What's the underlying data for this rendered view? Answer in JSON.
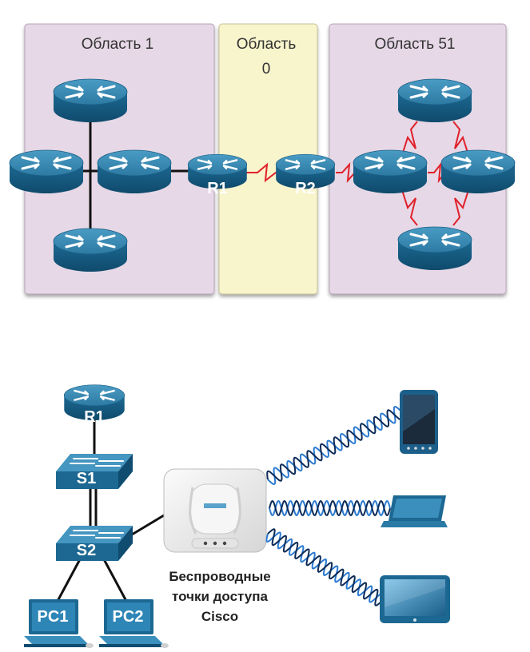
{
  "areas": [
    {
      "label": "Область 1",
      "color": "#e6d8e6"
    },
    {
      "label_line1": "Область",
      "label_line2": "0",
      "color": "#f8f4cc"
    },
    {
      "label": "Область 51",
      "color": "#e6d8e6"
    }
  ],
  "routers_top": {
    "r1_label": "R1",
    "r2_label": "R2"
  },
  "lower": {
    "router_label": "R1",
    "switch1_label": "S1",
    "switch2_label": "S2",
    "pc1_label": "PC1",
    "pc2_label": "PC2",
    "ap_caption": [
      "Беспроводные",
      "точки доступа",
      "Cisco"
    ]
  },
  "colors": {
    "router": "#1f6d94",
    "router_top": "#3b8fb8",
    "serial_link": "#e0202a",
    "wireless_wave": "#2c7bd1",
    "ethernet": "#111111"
  },
  "icons": [
    "router-icon",
    "switch-icon",
    "pc-icon",
    "access-point-icon",
    "smartphone-icon",
    "laptop-icon",
    "tablet-icon"
  ]
}
